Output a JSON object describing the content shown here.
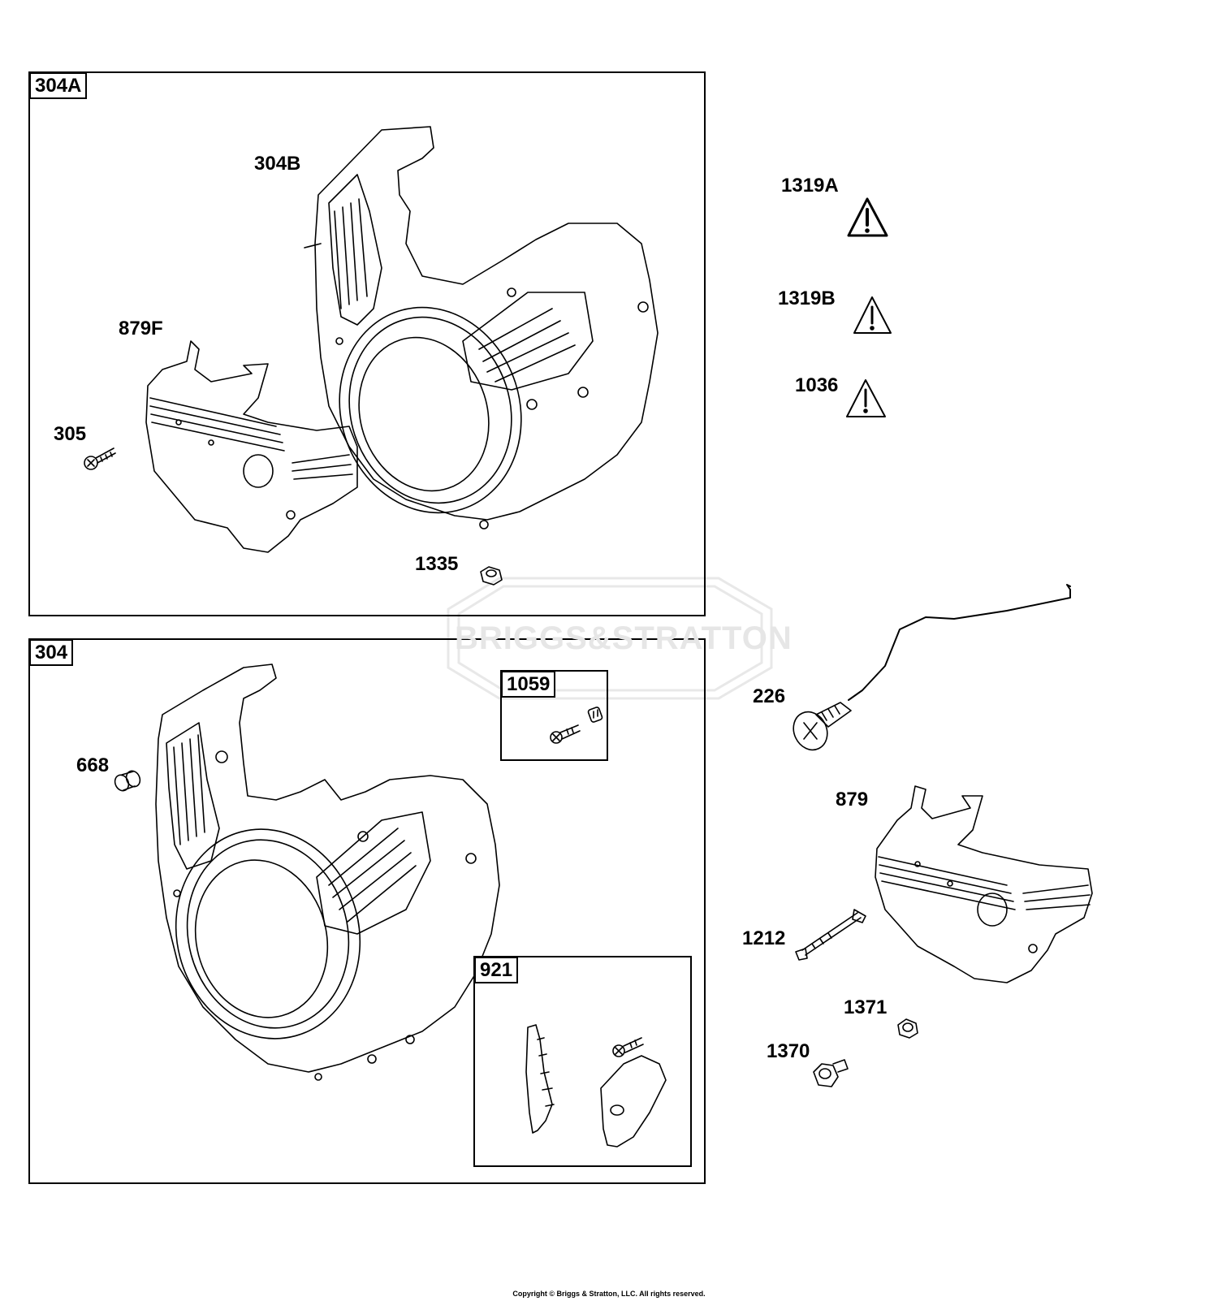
{
  "watermark": {
    "brand": "BRIGGS&STRATTON"
  },
  "groups": {
    "g304A": "304A",
    "g304": "304",
    "g1059": "1059",
    "g921": "921"
  },
  "parts": {
    "p304B": "304B",
    "p879F": "879F",
    "p305": "305",
    "p1335": "1335",
    "p1319A": "1319A",
    "p1319B": "1319B",
    "p1036": "1036",
    "p668": "668",
    "p226": "226",
    "p879": "879",
    "p1212": "1212",
    "p1371": "1371",
    "p1370": "1370"
  },
  "copyright": "Copyright © Briggs & Stratton, LLC. All rights reserved."
}
